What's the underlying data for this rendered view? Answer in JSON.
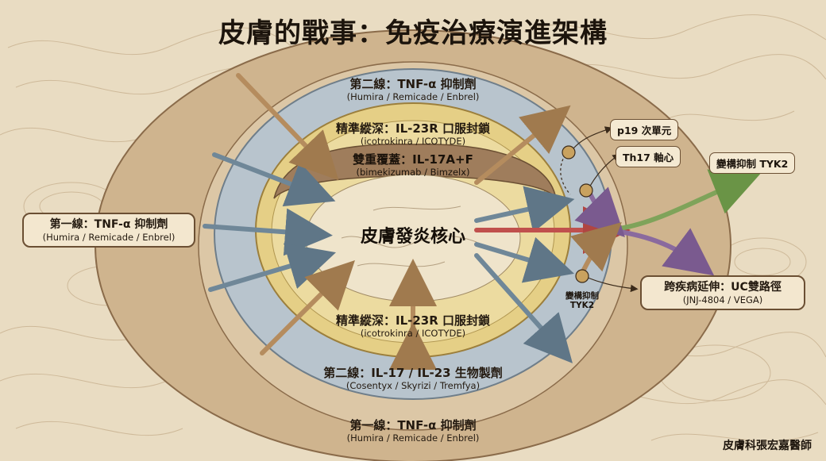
{
  "title": "皮膚的戰事：免疫治療演進架構",
  "core": "皮膚發炎核心",
  "rings": {
    "outer_top": {
      "main": "第二線：TNF-α 抑制劑",
      "sub": "(Humira / Remicade / Enbrel)"
    },
    "gold_top": {
      "main": "精準縱深：IL-23R 口服封鎖",
      "sub": "(icotrokinra / ICOTYDE)"
    },
    "inner_top": {
      "main": "雙重覆蓋：IL-17A+F",
      "sub": "(bimekizumab / Bimzelx)"
    },
    "gold_bottom": {
      "main": "精準縱深：IL-23R 口服封鎖",
      "sub": "(icotrokinra / ICOTYDE)"
    },
    "blue_bottom": {
      "main": "第二線：IL-17 / IL-23 生物製劑",
      "sub": "(Cosentyx / Skyrizi / Tremfya)"
    },
    "outer_bottom": {
      "main": "第一線：TNF-α 抑制劑",
      "sub": "(Humira / Remicade / Enbrel)"
    }
  },
  "left_box": {
    "main": "第一線：TNF-α 抑制劑",
    "sub": "(Humira / Remicade / Enbrel)"
  },
  "right_nodes": {
    "p19": "p19 次單元",
    "th17": "Th17 軸心",
    "tyk2_top": "變構抑制 TYK2",
    "tyk2_small_1": "變構抑制",
    "tyk2_small_2": "TYK2",
    "uc_main": "跨疾病延伸：UC雙路徑",
    "uc_sub": "(JNJ-4804 / VEGA)"
  },
  "credit": "皮膚科張宏嘉醫師",
  "colors": {
    "parchment": "#e9dcc2",
    "outer_ring": "#c9a982",
    "blue_ring": "#b7c3cc",
    "gold_ring": "#e3cd86",
    "brown_band": "#9c7a59",
    "arrow_green": "#7fa35a",
    "arrow_purple": "#8a6a9e",
    "arrow_red": "#c0504d",
    "arrow_tan": "#b58c5e",
    "arrow_slate": "#6f8798"
  }
}
